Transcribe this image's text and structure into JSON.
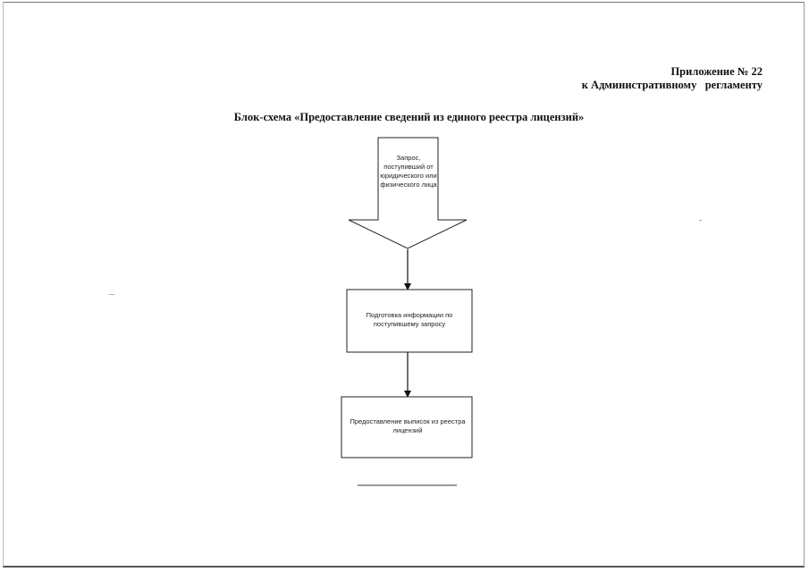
{
  "header": {
    "appendix_line1": "Приложение № 22",
    "appendix_line2": "к Административному   регламенту"
  },
  "title": "Блок-схема «Предоставление сведений из единого реестра лицензий»",
  "flowchart": {
    "step1": "Запрос, поступивший от юридического или физического лица",
    "step2": "Подготовка информации по поступившему запросу",
    "step3": "Предоставление выписок из реестра лицензий"
  }
}
